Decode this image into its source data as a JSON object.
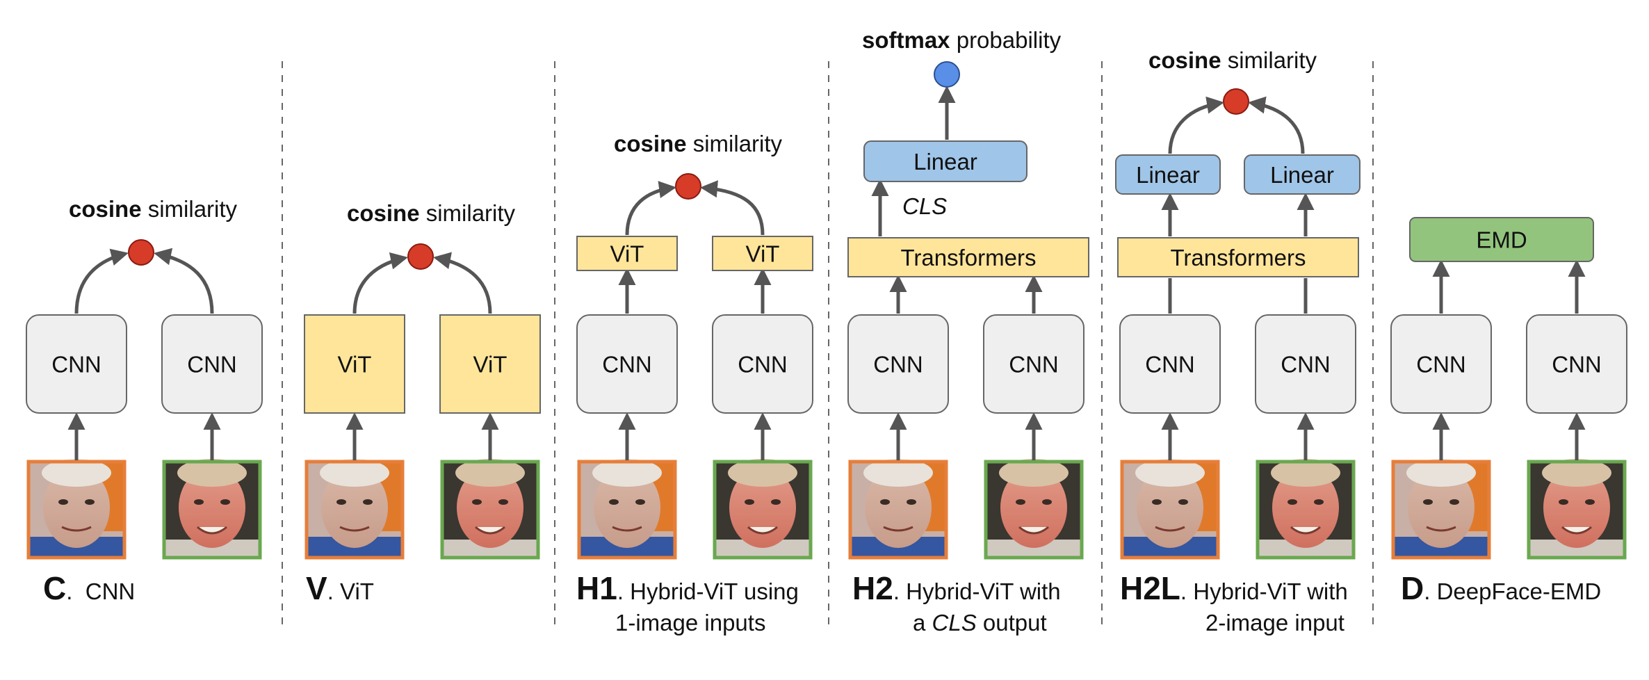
{
  "labels": {
    "cosine_bold": "cosine",
    "similarity": "similarity",
    "softmax_bold": "softmax",
    "probability": "probability",
    "cls": "CLS"
  },
  "blocks": {
    "cnn": "CNN",
    "vit": "ViT",
    "transformers": "Transformers",
    "linear": "Linear",
    "emd": "EMD"
  },
  "panels": [
    {
      "id": "C",
      "letter": "C",
      "sep": ".  ",
      "line1": "CNN",
      "line2": ""
    },
    {
      "id": "V",
      "letter": "V",
      "sep": ". ",
      "line1": "ViT",
      "line2": ""
    },
    {
      "id": "H1",
      "letter": "H1",
      "sep": ". ",
      "line1": "Hybrid-ViT using",
      "line2": "1-image inputs"
    },
    {
      "id": "H2",
      "letter": "H2",
      "sep": ". ",
      "line1": "Hybrid-ViT with",
      "line2_pre": "a ",
      "line2_ital": "CLS",
      "line2_post": " output"
    },
    {
      "id": "H2L",
      "letter": "H2L",
      "sep": ". ",
      "line1": "Hybrid-ViT with",
      "line2": "2-image input"
    },
    {
      "id": "D",
      "letter": "D",
      "sep": ". ",
      "line1": "DeepFace-EMD",
      "line2": ""
    }
  ],
  "colors": {
    "cnn_fill": "#efefef",
    "vit_fill": "#ffe59a",
    "linear_fill": "#9fc5e8",
    "emd_fill": "#93c47d",
    "cosine_node": "#d73c28",
    "softmax_node": "#5a8fe8",
    "arrow": "#555555",
    "face_a_border": "#e67e3a",
    "face_b_border": "#6aa84f",
    "separator": "#666666"
  }
}
